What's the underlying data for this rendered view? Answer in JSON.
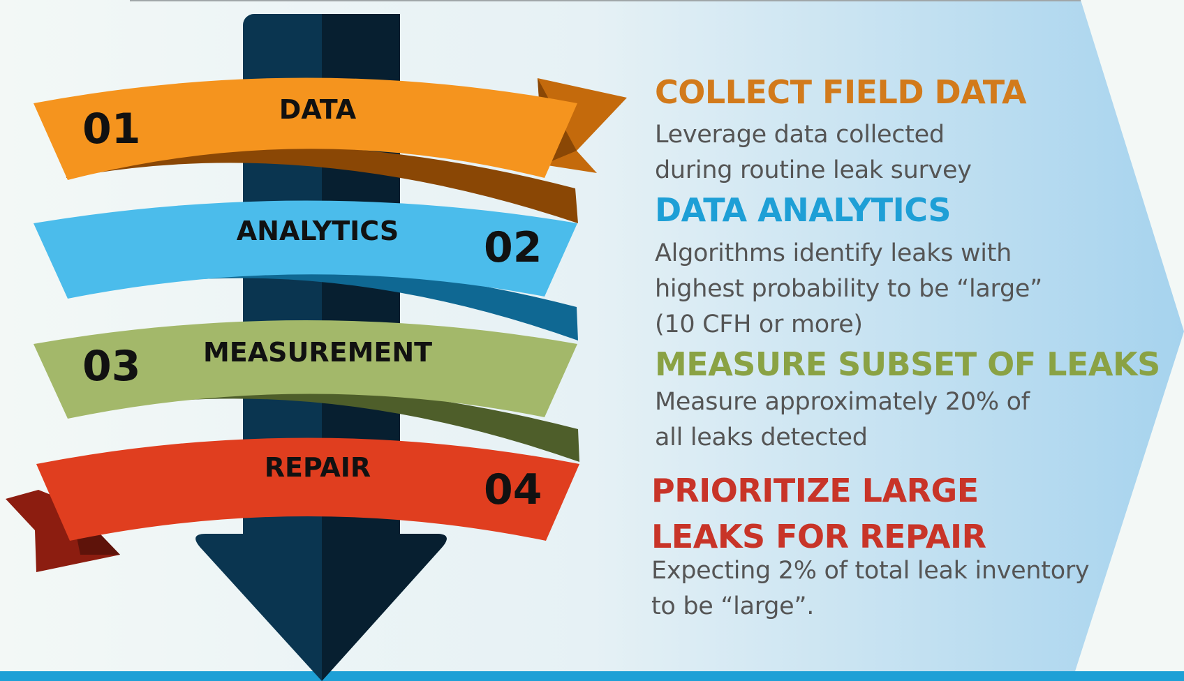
{
  "colors": {
    "data": "#F5941E",
    "analytics": "#4BBCEB",
    "measurement": "#A3B86A",
    "repair": "#E03E1F",
    "data_title": "#D27A1B",
    "analytics_title": "#1E9FD6",
    "measurement_title": "#8AA244",
    "repair_title": "#C83428",
    "arrow": "#0A3550",
    "description": "#555555",
    "bottom_bar": "#1EA0D6"
  },
  "ribbons": [
    {
      "number": "01",
      "label": "DATA"
    },
    {
      "number": "02",
      "label": "ANALYTICS"
    },
    {
      "number": "03",
      "label": "MEASUREMENT"
    },
    {
      "number": "04",
      "label": "REPAIR"
    }
  ],
  "steps": [
    {
      "title": "COLLECT FIELD DATA",
      "description": "Leverage data collected\nduring routine leak survey"
    },
    {
      "title": "DATA ANALYTICS",
      "description": "Algorithms identify leaks with\nhighest probability to be “large”\n(10 CFH or more)"
    },
    {
      "title": "MEASURE SUBSET OF LEAKS",
      "description": "Measure approximately 20% of\nall leaks detected"
    },
    {
      "title": "PRIORITIZE LARGE\nLEAKS FOR REPAIR",
      "description": "Expecting 2% of total leak inventory\nto be “large”."
    }
  ]
}
